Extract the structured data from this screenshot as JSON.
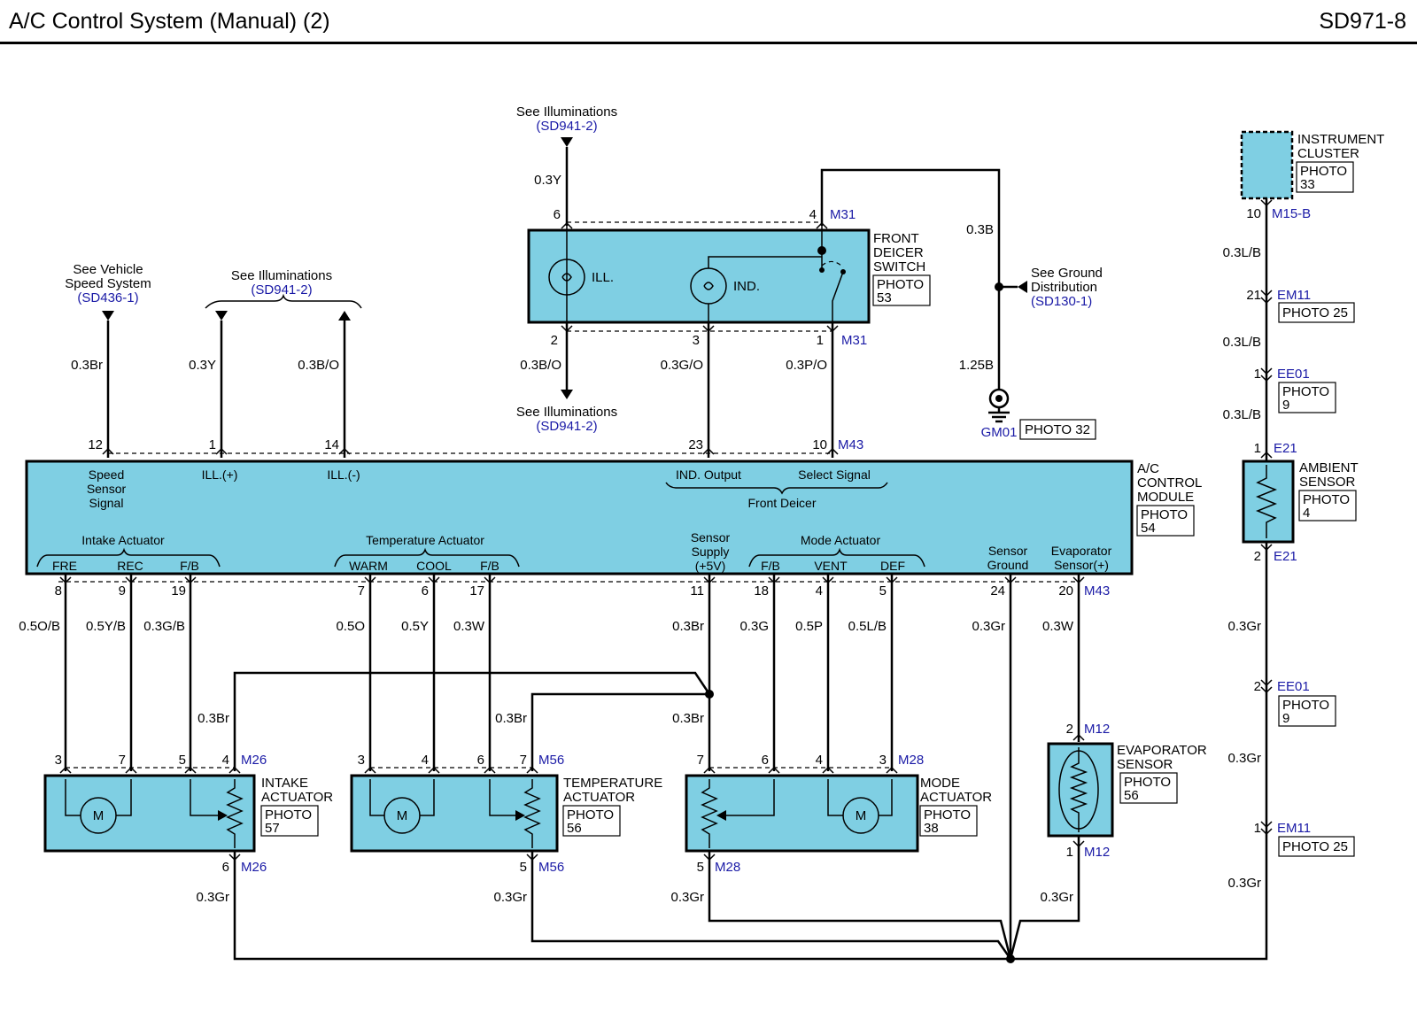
{
  "header": {
    "title": "A/C Control System (Manual) (2)",
    "code": "SD971-8"
  },
  "refs": {
    "vehicle_speed": [
      "See Vehicle",
      "Speed System",
      "(SD436-1)"
    ],
    "illum_left": [
      "See Illuminations",
      "(SD941-2)"
    ],
    "illum_top": [
      "See Illuminations",
      "(SD941-2)"
    ],
    "illum_bottom": [
      "See Illuminations",
      "(SD941-2)"
    ],
    "ground_dist": [
      "See Ground",
      "Distribution",
      "(SD130-1)"
    ]
  },
  "front_deicer_switch": {
    "name": [
      "FRONT",
      "DEICER",
      "SWITCH"
    ],
    "photo": [
      "PHOTO",
      "53"
    ],
    "lamp_ill": "ILL.",
    "lamp_ind": "IND.",
    "top_pins": [
      "6",
      "4"
    ],
    "top_conn": "M31",
    "bottom_pins": [
      "2",
      "3",
      "1"
    ],
    "bottom_conn": "M31"
  },
  "ac_module": {
    "name": [
      "A/C",
      "CONTROL",
      "MODULE"
    ],
    "photo": [
      "PHOTO",
      "54"
    ],
    "top_pins": [
      "12",
      "1",
      "14",
      "23",
      "10"
    ],
    "top_conn": "M43",
    "labels": {
      "speed": [
        "Speed",
        "Sensor",
        "Signal"
      ],
      "ill_plus": "ILL.(+)",
      "ill_minus": "ILL.(-)",
      "ind_output": "IND. Output",
      "select_signal": "Select Signal",
      "front_deicer": "Front Deicer",
      "intake": "Intake Actuator",
      "fre": "FRE",
      "rec": "REC",
      "fb": "F/B",
      "temp": "Temperature Actuator",
      "warm": "WARM",
      "cool": "COOL",
      "sensor_supply": [
        "Sensor",
        "Supply",
        "(+5V)"
      ],
      "mode": "Mode Actuator",
      "vent": "VENT",
      "def": "DEF",
      "sensor_ground": [
        "Sensor",
        "Ground"
      ],
      "evap_sensor": [
        "Evaporator",
        "Sensor(+)"
      ]
    },
    "bottom_pins": [
      "8",
      "9",
      "19",
      "7",
      "6",
      "17",
      "11",
      "18",
      "4",
      "5",
      "24",
      "20"
    ],
    "bottom_conn": "M43"
  },
  "wires": {
    "speed": "0.3Br",
    "ill_plus": "0.3Y",
    "ill_minus": "0.3B/O",
    "sw6": "0.3Y",
    "sw2": "0.3B/O",
    "sw3": "0.3G/O",
    "sw1": "0.3P/O",
    "gnd_upper": "0.3B",
    "gnd_lower": "1.25B",
    "p8": "0.5O/B",
    "p9": "0.5Y/B",
    "p19": "0.3G/B",
    "p7": "0.5O",
    "p6": "0.5Y",
    "p17": "0.3W",
    "p11": "0.3Br",
    "p18": "0.3G",
    "p4": "0.5P",
    "p5": "0.5L/B",
    "p24": "0.3Gr",
    "p20": "0.3W",
    "sup_intake": "0.3Br",
    "sup_temp": "0.3Br",
    "sup_mode": "0.3Br",
    "gr_intake": "0.3Gr",
    "gr_temp": "0.3Gr",
    "gr_mode": "0.3Gr",
    "gr_evap": "0.3Gr",
    "r1": "0.3L/B",
    "r2": "0.3L/B",
    "r3": "0.3L/B",
    "r4": "0.3Gr",
    "r5": "0.3Gr",
    "r6": "0.3Gr"
  },
  "ground": {
    "conn": "GM01",
    "photo": "PHOTO 32"
  },
  "intake_actuator": {
    "name": [
      "INTAKE",
      "ACTUATOR"
    ],
    "photo": [
      "PHOTO",
      "57"
    ],
    "top_pins": [
      "3",
      "7",
      "5",
      "4"
    ],
    "top_conn": "M26",
    "bottom_pin": "6",
    "bottom_conn": "M26",
    "motor": "M"
  },
  "temperature_actuator": {
    "name": [
      "TEMPERATURE",
      "ACTUATOR"
    ],
    "photo": [
      "PHOTO",
      "56"
    ],
    "top_pins": [
      "3",
      "4",
      "6",
      "7"
    ],
    "top_conn": "M56",
    "bottom_pin": "5",
    "bottom_conn": "M56",
    "motor": "M"
  },
  "mode_actuator": {
    "name": [
      "MODE",
      "ACTUATOR"
    ],
    "photo": [
      "PHOTO",
      "38"
    ],
    "top_pins": [
      "7",
      "6",
      "4",
      "3"
    ],
    "top_conn": "M28",
    "bottom_pin": "5",
    "bottom_conn": "M28",
    "motor": "M"
  },
  "evaporator_sensor": {
    "name": [
      "EVAPORATOR",
      "SENSOR"
    ],
    "photo": [
      "PHOTO",
      "56"
    ],
    "top_pin": "2",
    "top_conn": "M12",
    "bottom_pin": "1",
    "bottom_conn": "M12"
  },
  "instrument_cluster": {
    "name": [
      "INSTRUMENT",
      "CLUSTER"
    ],
    "photo": [
      "PHOTO",
      "33"
    ],
    "pin": "10",
    "conn": "M15-B"
  },
  "ambient_sensor": {
    "name": [
      "AMBIENT",
      "SENSOR"
    ],
    "photo": [
      "PHOTO",
      "4"
    ],
    "top_pin": "1",
    "top_conn": "E21",
    "bottom_pin": "2",
    "bottom_conn": "E21"
  },
  "right_connectors": {
    "em11_a": {
      "pin": "21",
      "conn": "EM11",
      "photo": "PHOTO 25"
    },
    "ee01_a": {
      "pin": "1",
      "conn": "EE01",
      "photo": [
        "PHOTO",
        "9"
      ]
    },
    "ee01_b": {
      "pin": "2",
      "conn": "EE01",
      "photo": [
        "PHOTO",
        "9"
      ]
    },
    "em11_b": {
      "pin": "1",
      "conn": "EM11",
      "photo": "PHOTO 25"
    }
  }
}
